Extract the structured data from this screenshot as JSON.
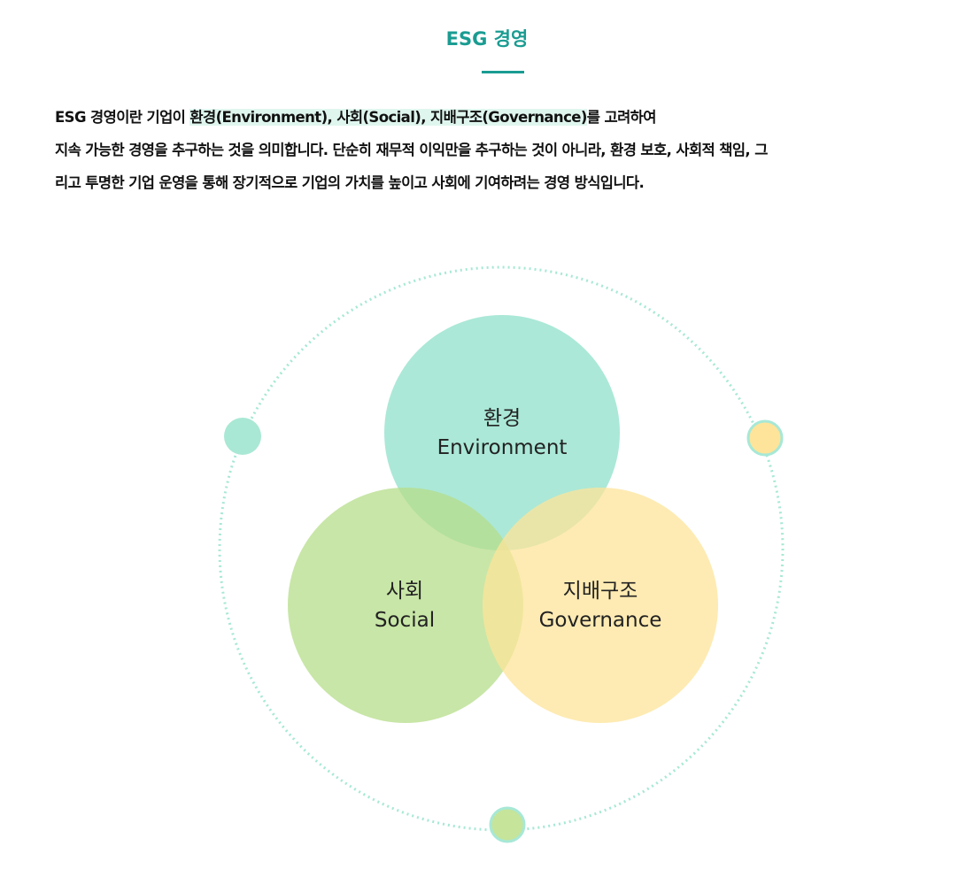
{
  "header": {
    "title": "ESG 경영"
  },
  "description": {
    "line1_before": "ESG 경영이란 기업이 ",
    "line1_highlight": "환경(Environment), 사회(Social), 지배구조(Governance)",
    "line1_after": "를 고려하여",
    "line2": "지속 가능한 경영을 추구하는 것을 의미합니다. 단순히 재무적 이익만을 추구하는 것이 아니라, 환경 보호, 사회적 책임, 그",
    "line3": "리고 투명한 기업 운영을 통해 장기적으로 기업의 가치를 높이고 사회에 기여하려는 경영 방식입니다."
  },
  "diagram": {
    "environment": {
      "ko": "환경",
      "en": "Environment",
      "color": "#8fe0c9"
    },
    "social": {
      "ko": "사회",
      "en": "Social",
      "color": "#b5de8a"
    },
    "governance": {
      "ko": "지배구조",
      "en": "Governance",
      "color": "#fde49a"
    },
    "orbit_color": "#a7e8d6",
    "orbit_dots": [
      {
        "name": "orbit-dot-mint",
        "fill": "#a9e8d4",
        "stroke": ""
      },
      {
        "name": "orbit-dot-yellow",
        "fill": "#fde49a",
        "stroke": "#a7e8d6"
      },
      {
        "name": "orbit-dot-green",
        "fill": "#c6e49a",
        "stroke": "#a7e8d6"
      }
    ]
  }
}
